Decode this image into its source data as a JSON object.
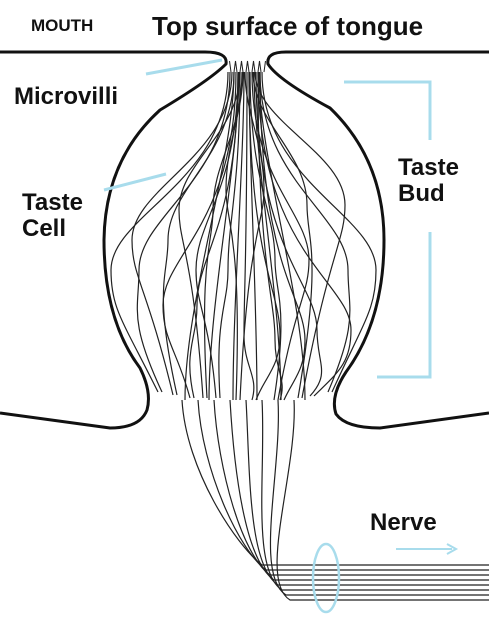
{
  "labels": {
    "mouth": "MOUTH",
    "top_surface": "Top surface of tongue",
    "microvilli": "Microvilli",
    "taste_cell": [
      "Taste",
      "Cell"
    ],
    "taste_bud": [
      "Taste",
      "Bud"
    ],
    "nerve": "Nerve"
  },
  "colors": {
    "outline": "#111111",
    "cell_line": "#222222",
    "leader": "#a8dcec",
    "background": "#ffffff"
  }
}
